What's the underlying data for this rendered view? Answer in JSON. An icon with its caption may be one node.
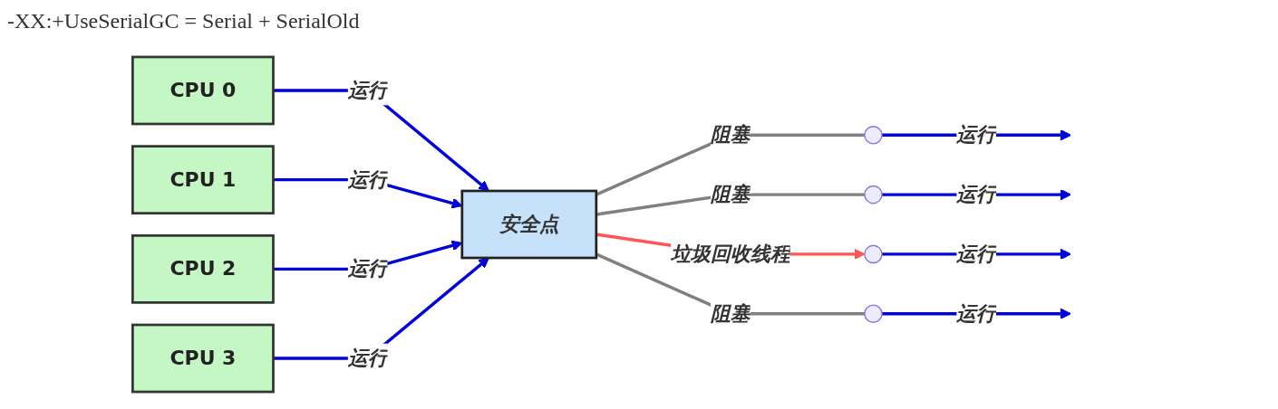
{
  "diagram": {
    "title": "-XX:+UseSerialGC = Serial + SerialOld",
    "nodes": [
      {
        "text": [
          "CPU 0"
        ]
      },
      {
        "text": [
          "CPU 1"
        ]
      },
      {
        "text": [
          "CPU 2"
        ]
      },
      {
        "text": [
          "CPU 3"
        ]
      },
      {
        "text": [
          "安全点"
        ]
      },
      {
        "text": [],
        "shape": "point"
      },
      {
        "text": [],
        "shape": "point"
      },
      {
        "text": [],
        "shape": "point"
      },
      {
        "text": [],
        "shape": "point"
      }
    ],
    "edges": [
      {
        "from": 0,
        "to": 4,
        "arrow": "to",
        "label": "运行"
      },
      {
        "from": 1,
        "to": 4,
        "arrow": "to",
        "label": "运行"
      },
      {
        "from": 2,
        "to": 4,
        "arrow": "to",
        "label": "运行"
      },
      {
        "from": 3,
        "to": 4,
        "arrow": "to",
        "label": "运行"
      },
      {
        "from": 4,
        "to": 5,
        "arrow": "none",
        "label": "阻塞",
        "color": "#808080"
      },
      {
        "from": 5,
        "to": null,
        "arrow": "to",
        "label": "运行"
      },
      {
        "from": 4,
        "to": 6,
        "arrow": "none",
        "label": "阻塞",
        "color": "#808080"
      },
      {
        "from": 6,
        "to": null,
        "arrow": "to",
        "label": "运行"
      },
      {
        "from": 4,
        "to": 7,
        "arrow": "to",
        "label": "垃圾回收线程",
        "color": "#ff5555"
      },
      {
        "from": 7,
        "to": null,
        "arrow": "to",
        "label": "运行"
      },
      {
        "from": 4,
        "to": 8,
        "arrow": "none",
        "label": "阻塞",
        "color": "#808080"
      },
      {
        "from": 8,
        "to": null,
        "arrow": "to",
        "label": "运行"
      }
    ]
  }
}
